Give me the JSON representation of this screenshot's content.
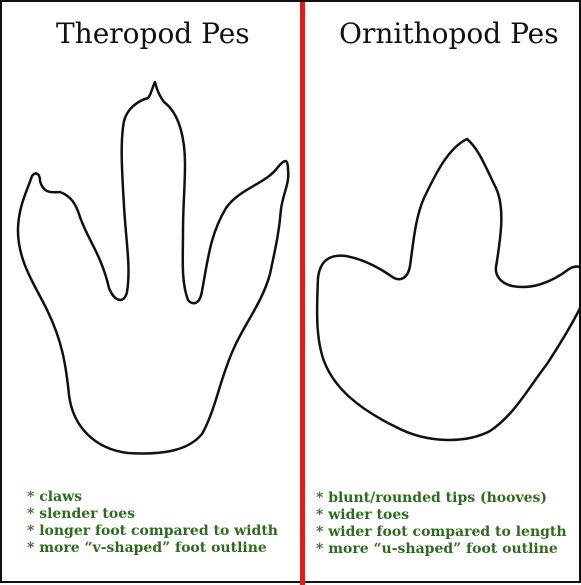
{
  "colors": {
    "divider": "#e31b1b",
    "outline": "#111111",
    "note_text": "#2f6b1f"
  },
  "panels": [
    {
      "title": "Theropod Pes",
      "notes": [
        "* claws",
        "* slender toes",
        "* longer foot compared to width",
        "* more “v-shaped” foot outline"
      ]
    },
    {
      "title": "Ornithopod Pes",
      "notes": [
        "* blunt/rounded tips (hooves)",
        "* wider toes",
        "* wider foot compared to length",
        "* more “u-shaped” foot outline"
      ]
    }
  ]
}
